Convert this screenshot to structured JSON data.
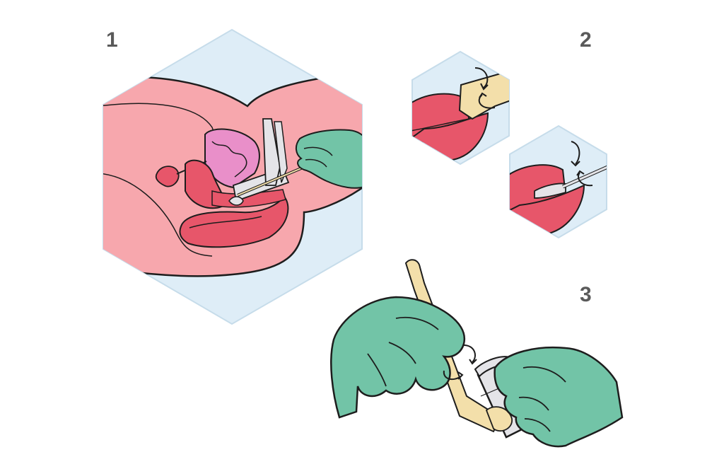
{
  "steps": [
    {
      "number": "1"
    },
    {
      "number": "2"
    },
    {
      "number": "3"
    }
  ],
  "colors": {
    "hex_background": "#deedf7",
    "hex_border": "#c6dcea",
    "tissue_pink": "#f7a7ad",
    "organ_red": "#e7566a",
    "glove_green": "#72c4a7",
    "instrument_grey": "#e4e4e8",
    "swab_cream": "#f3dfaa",
    "outline": "#1d1d1d"
  }
}
